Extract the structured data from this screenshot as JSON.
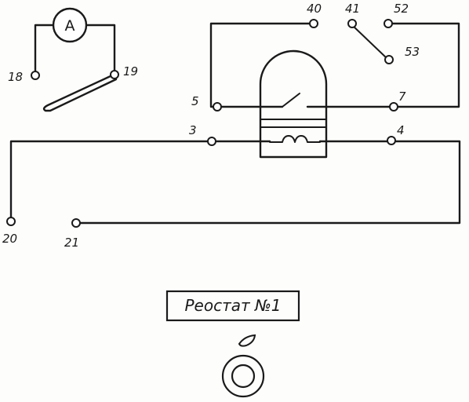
{
  "diagram": {
    "ammeter_symbol": "A",
    "title_box": "Реостат №1",
    "terminals": {
      "t18": "18",
      "t19": "19",
      "t40": "40",
      "t41": "41",
      "t52": "52",
      "t53": "53",
      "t5": "5",
      "t7": "7",
      "t3": "3",
      "t4": "4",
      "t20": "20",
      "t21": "21"
    }
  }
}
